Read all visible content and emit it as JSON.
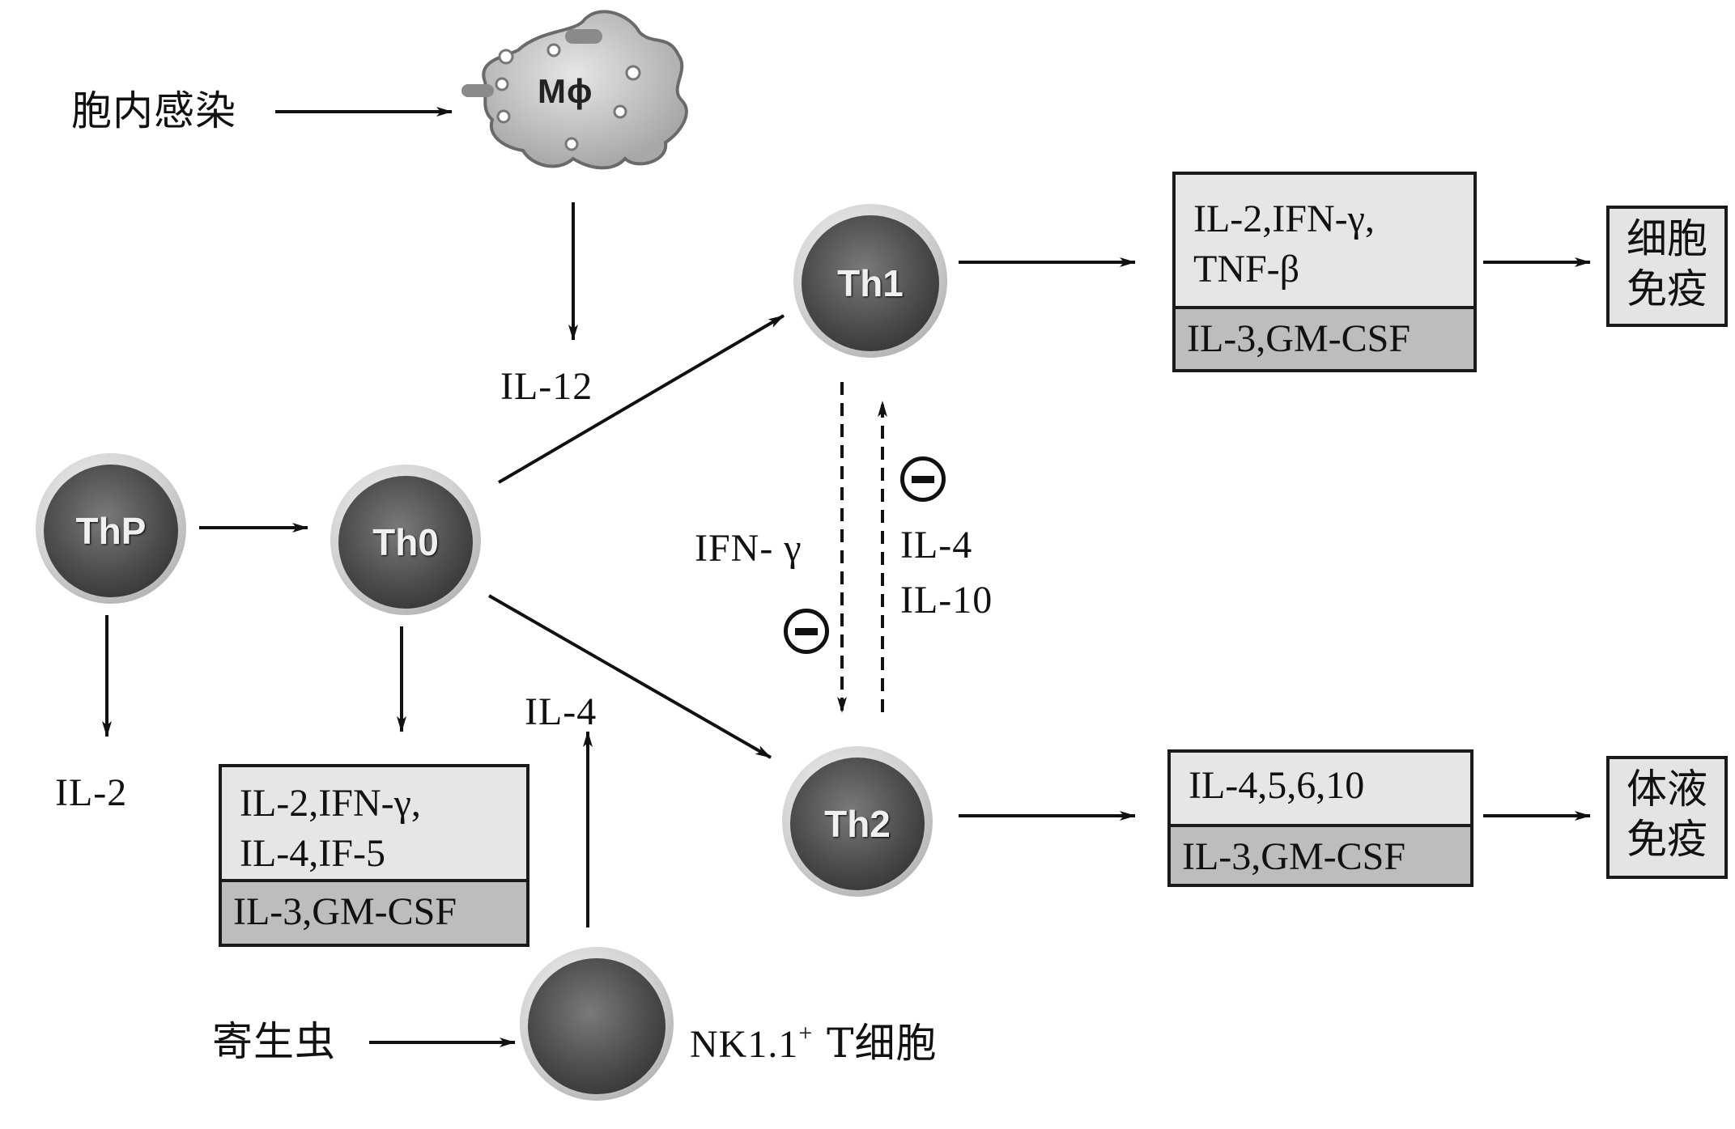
{
  "macrophage": {
    "label": "Mϕ",
    "stimulus": "胞内感染"
  },
  "cells": {
    "thp": "ThP",
    "th0": "Th0",
    "th1": "Th1",
    "th2": "Th2"
  },
  "nkt": {
    "label": "NK1.1",
    "sup": "+",
    "suffix": " T细胞",
    "stimulus": "寄生虫"
  },
  "cytokines": {
    "il12": "IL-12",
    "thp_out": "IL-2",
    "nkt_out": "IL-4",
    "th1_to_th2": "IFN- γ",
    "th2_to_th1_line1": "IL-4",
    "th2_to_th1_line2": "IL-10"
  },
  "th0_box": {
    "line1": "IL-2,IFN-γ,",
    "line2": "IL-4,IF-5",
    "bottom": "IL-3,GM-CSF"
  },
  "th1_box": {
    "line1": "IL-2,IFN-γ,",
    "line2": "TNF-β",
    "bottom": "IL-3,GM-CSF"
  },
  "th2_box": {
    "line1": "IL-4,5,6,10",
    "bottom": "IL-3,GM-CSF"
  },
  "outcomes": {
    "cellular_1": "细胞",
    "cellular_2": "免疫",
    "humoral_1": "体液",
    "humoral_2": "免疫"
  }
}
